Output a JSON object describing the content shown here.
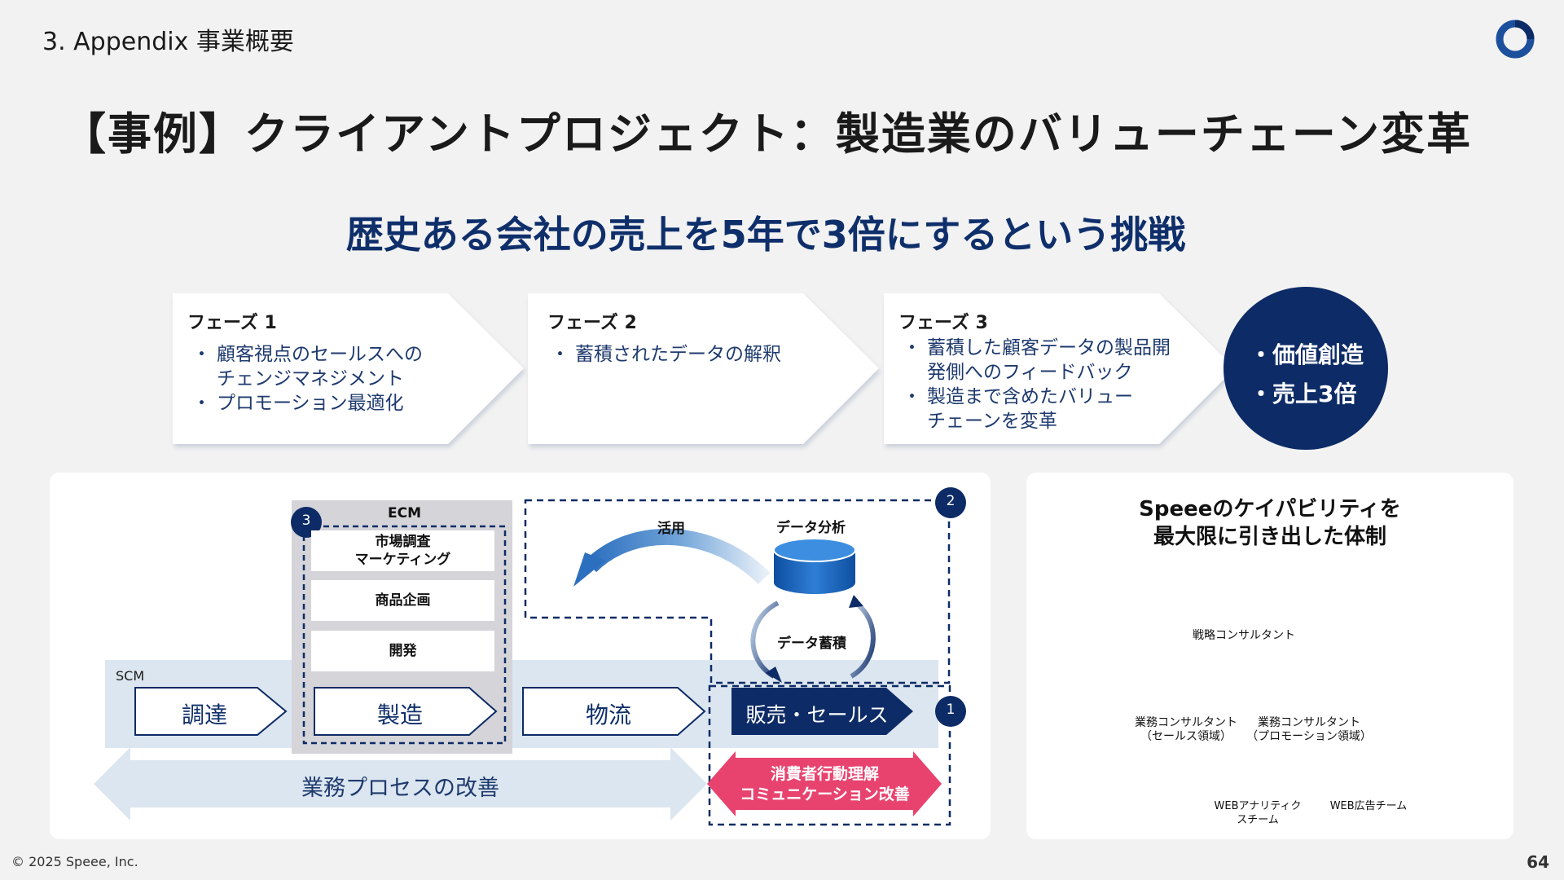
{
  "header": {
    "section_label": "3. Appendix 事業概要",
    "title": "【事例】クライアントプロジェクト：製造業のバリューチェーン変革",
    "subtitle": "歴史ある会社の売上を5年で3倍にするという挑戦"
  },
  "phases": [
    {
      "title": "フェーズ 1",
      "bullets": [
        "顧客視点のセールスへの",
        "プロモーション最適化"
      ],
      "bullet_continuation": "チェンジマネジメント"
    },
    {
      "title": "フェーズ 2",
      "bullets": [
        "蓄積されたデータの解釈"
      ]
    },
    {
      "title": "フェーズ 3",
      "bullets": [
        "蓄積した顧客データの製品開",
        "製造まで含めたバリュー"
      ],
      "continuations": [
        "発側へのフィードバック",
        "チェーンを変革"
      ]
    }
  ],
  "goal": {
    "items": [
      "・価値創造",
      "・売上3倍"
    ]
  },
  "value_chain": {
    "ecm_label": "ECM",
    "ecm_items": [
      "市場調査\nマーケティング",
      "商品企画",
      "開発"
    ],
    "scm_label": "SCM",
    "steps": [
      "調達",
      "製造",
      "物流",
      "販売・セールス"
    ],
    "usage_label": "活用",
    "analysis_label": "データ分析",
    "storage_label": "データ蓄積",
    "process_label": "業務プロセスの改善",
    "consumer_line1": "消費者行動理解",
    "consumer_line2": "コミュニケーション改善",
    "badges": [
      "1",
      "2",
      "3"
    ]
  },
  "capability": {
    "title_line1": "Speeeのケイパビリティを",
    "title_line2": "最大限に引き出した体制",
    "strategy": "戦略コンサルタント",
    "biz_sales": "業務コンサルタント",
    "biz_sales_sub": "（セールス領域）",
    "biz_promo": "業務コンサルタント",
    "biz_promo_sub": "（プロモーション領域）",
    "web_analytics_1": "WEBアナリティク",
    "web_analytics_2": "スチーム",
    "web_ads": "WEB広告チーム"
  },
  "footer": {
    "copyright": "© 2025 Speee, Inc.",
    "page": "64"
  },
  "colors": {
    "navy": "#0d2b66",
    "pink": "#e8436f",
    "light_blue": "#dce6f0"
  }
}
